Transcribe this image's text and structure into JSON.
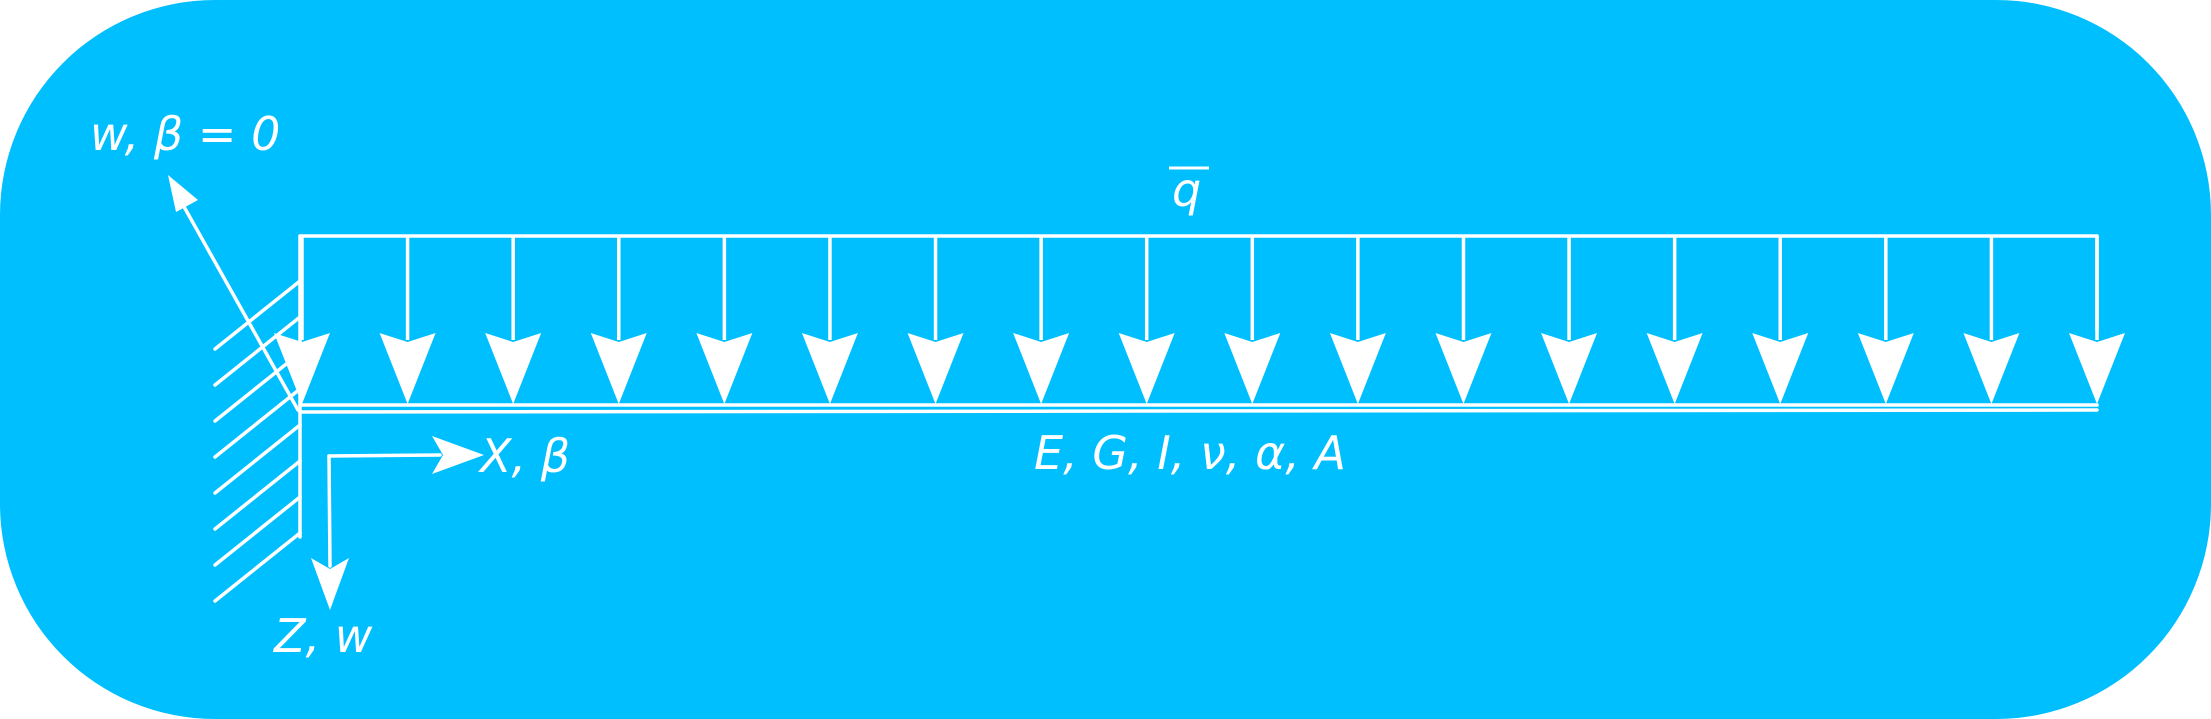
{
  "colors": {
    "background": "#00BFFF",
    "stroke": "#FFFFFF"
  },
  "diagram": {
    "support_condition": "w, β = 0",
    "load_label": "q",
    "beam_properties": "E, G, I, ν, α, A",
    "axis_x": "X, β",
    "axis_z": "Z, w",
    "load_arrow_count": 18
  }
}
